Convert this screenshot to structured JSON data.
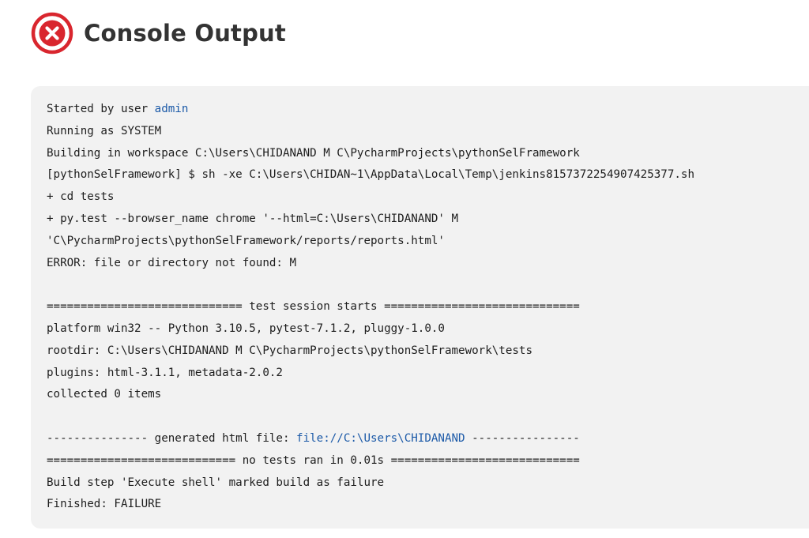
{
  "header": {
    "title": "Console Output",
    "status": "failure",
    "status_color": "#d9262e"
  },
  "console": {
    "link_color": "#1c5aa8",
    "lines": [
      [
        {
          "text": "Started by user "
        },
        {
          "text": "admin",
          "link": true
        }
      ],
      [
        {
          "text": "Running as SYSTEM"
        }
      ],
      [
        {
          "text": "Building in workspace C:\\Users\\CHIDANAND M C\\PycharmProjects\\pythonSelFramework"
        }
      ],
      [
        {
          "text": "[pythonSelFramework] $ sh -xe C:\\Users\\CHIDAN~1\\AppData\\Local\\Temp\\jenkins8157372254907425377.sh"
        }
      ],
      [
        {
          "text": "+ cd tests"
        }
      ],
      [
        {
          "text": "+ py.test --browser_name chrome '--html=C:\\Users\\CHIDANAND' M"
        }
      ],
      [
        {
          "text": "'C\\PycharmProjects\\pythonSelFramework/reports/reports.html'"
        }
      ],
      [
        {
          "text": "ERROR: file or directory not found: M"
        }
      ],
      [
        {
          "text": ""
        }
      ],
      [
        {
          "text": "============================= test session starts ============================="
        }
      ],
      [
        {
          "text": "platform win32 -- Python 3.10.5, pytest-7.1.2, pluggy-1.0.0"
        }
      ],
      [
        {
          "text": "rootdir: C:\\Users\\CHIDANAND M C\\PycharmProjects\\pythonSelFramework\\tests"
        }
      ],
      [
        {
          "text": "plugins: html-3.1.1, metadata-2.0.2"
        }
      ],
      [
        {
          "text": "collected 0 items"
        }
      ],
      [
        {
          "text": ""
        }
      ],
      [
        {
          "text": "--------------- generated html file: "
        },
        {
          "text": "file://C:\\Users\\CHIDANAND",
          "link": true
        },
        {
          "text": " ----------------"
        }
      ],
      [
        {
          "text": "============================ no tests ran in 0.01s ============================"
        }
      ],
      [
        {
          "text": "Build step 'Execute shell' marked build as failure"
        }
      ],
      [
        {
          "text": "Finished: FAILURE"
        }
      ]
    ]
  }
}
